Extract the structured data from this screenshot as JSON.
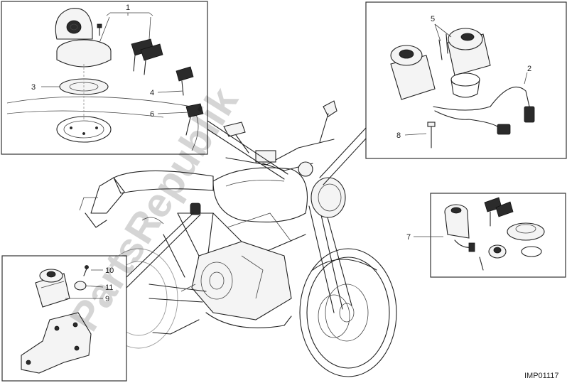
{
  "callouts": {
    "c1": "1",
    "c2": "2",
    "c3": "3",
    "c4": "4",
    "c5": "5",
    "c6": "6",
    "c7": "7",
    "c8": "8",
    "c9": "9",
    "c10": "10",
    "c11": "11"
  },
  "reference_code": "IMP01117",
  "watermark": "PartsRepublik",
  "colors": {
    "line": "#222222",
    "background": "#ffffff"
  }
}
